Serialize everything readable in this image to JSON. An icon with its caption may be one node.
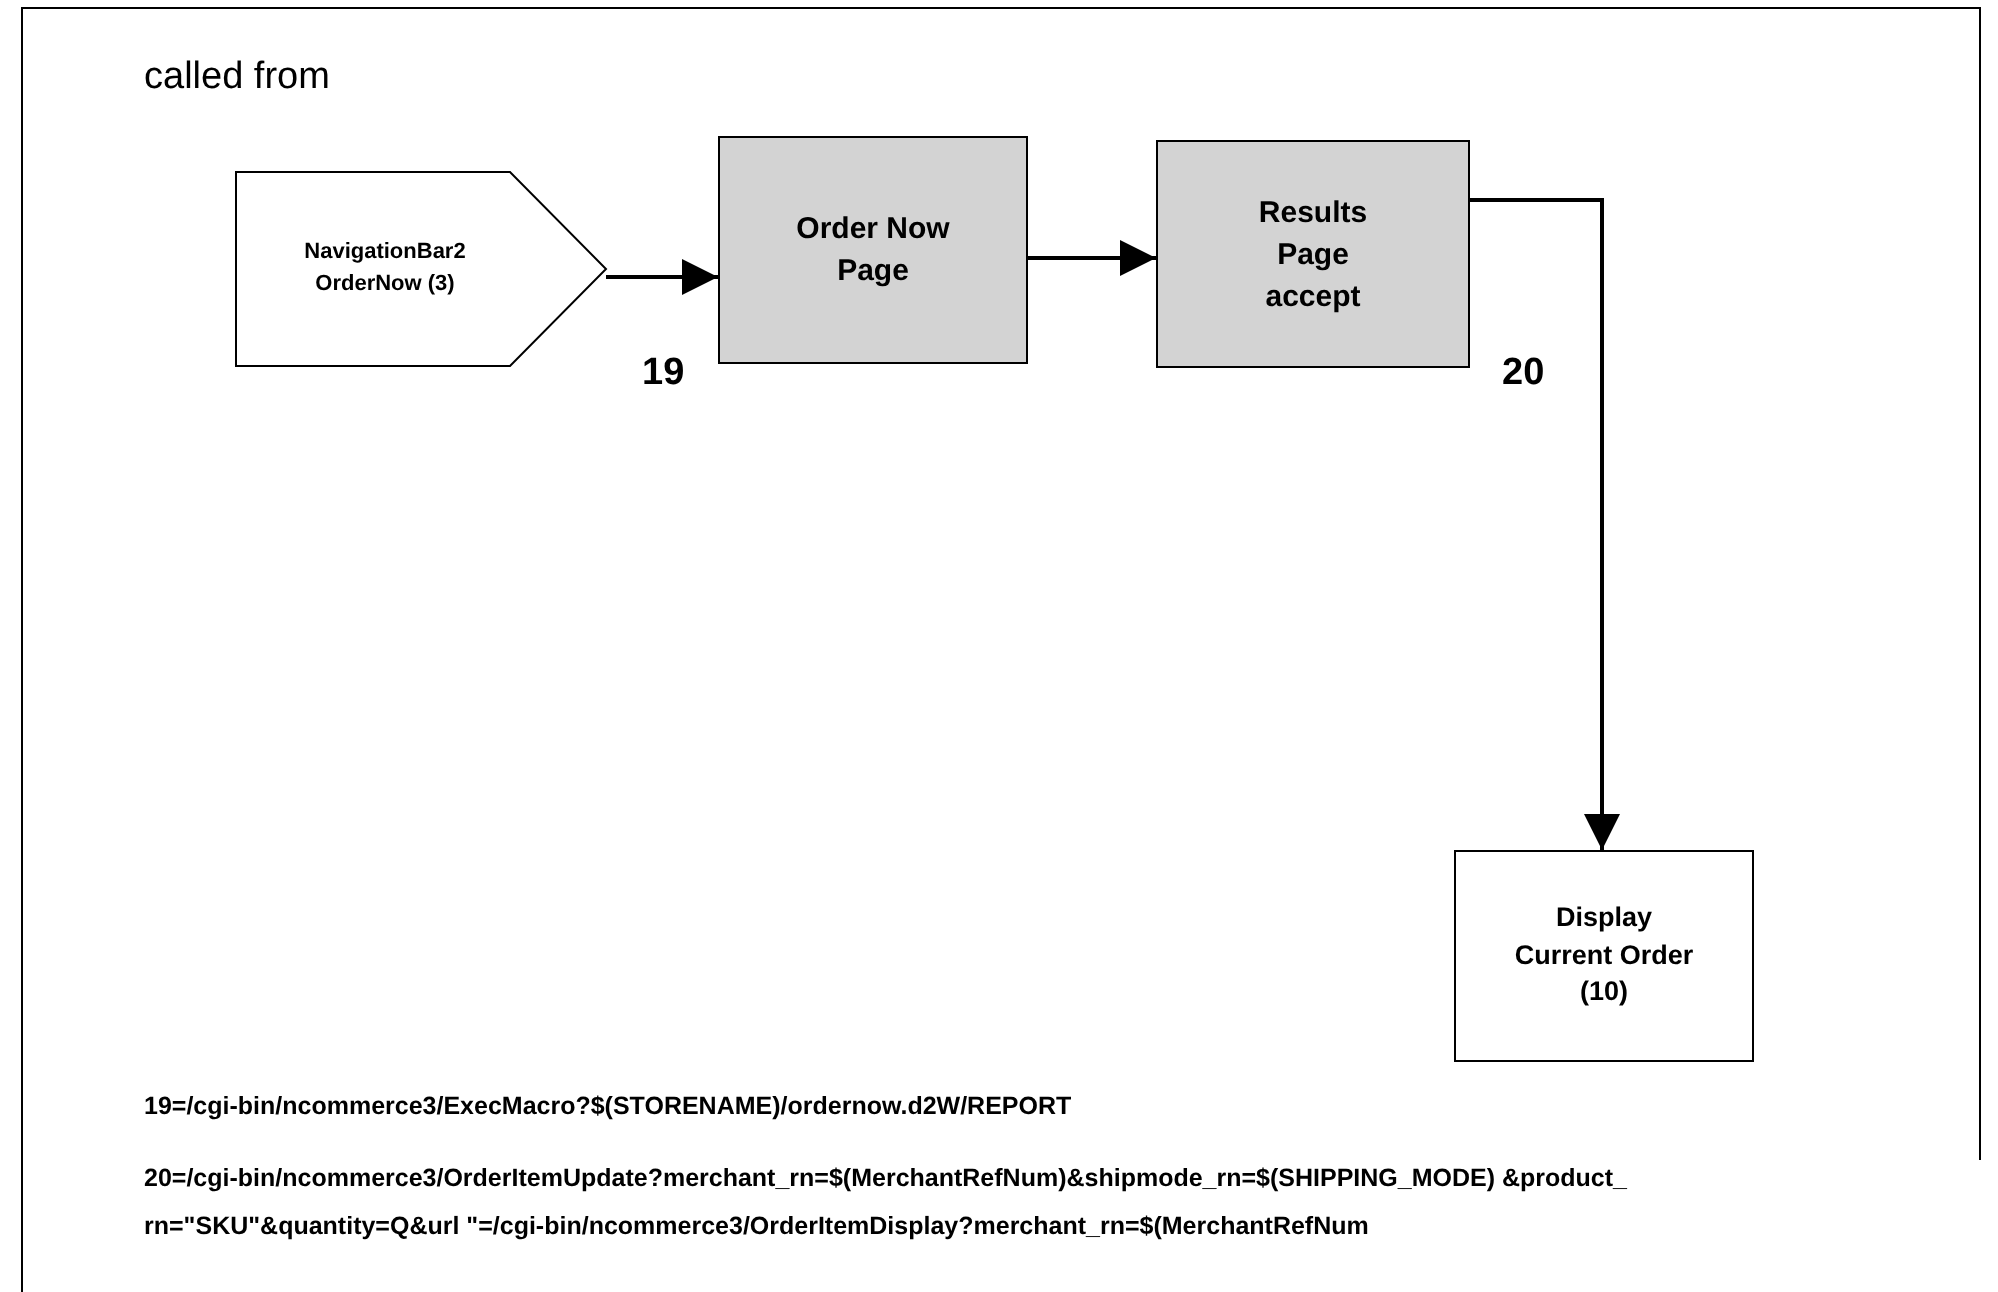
{
  "diagram": {
    "title": "called from",
    "nodes": [
      {
        "text": [
          "NavigationBar2 OrderNow (3)"
        ]
      },
      {
        "text": [
          "Order Now Page"
        ]
      },
      {
        "text": [
          "Results Page accept"
        ]
      },
      {
        "text": [
          "Display Current Order (10)"
        ]
      }
    ],
    "edges": [
      {
        "from": 0,
        "to": 1,
        "arrow": "to",
        "label": "19"
      },
      {
        "from": 1,
        "to": 2,
        "arrow": "to"
      },
      {
        "from": 2,
        "to": 3,
        "arrow": "to",
        "label": "20"
      }
    ],
    "labels": [
      "19=/cgi-bin/ncommerce3/ExecMacro?$(STORENAME)/ordernow.d2W/REPORT",
      "20=/cgi-bin/ncommerce3/OrderItemUpdate?merchant_rn=$(MerchantRefNum)&shipmode_rn=$(SHIPPING_MODE) &product_rn=\"SKU\"&quantity=Q&url \"=/cgi-bin/ncommerce3/OrderItemDisplay?merchant_rn=$(MerchantRefNum"
    ]
  }
}
